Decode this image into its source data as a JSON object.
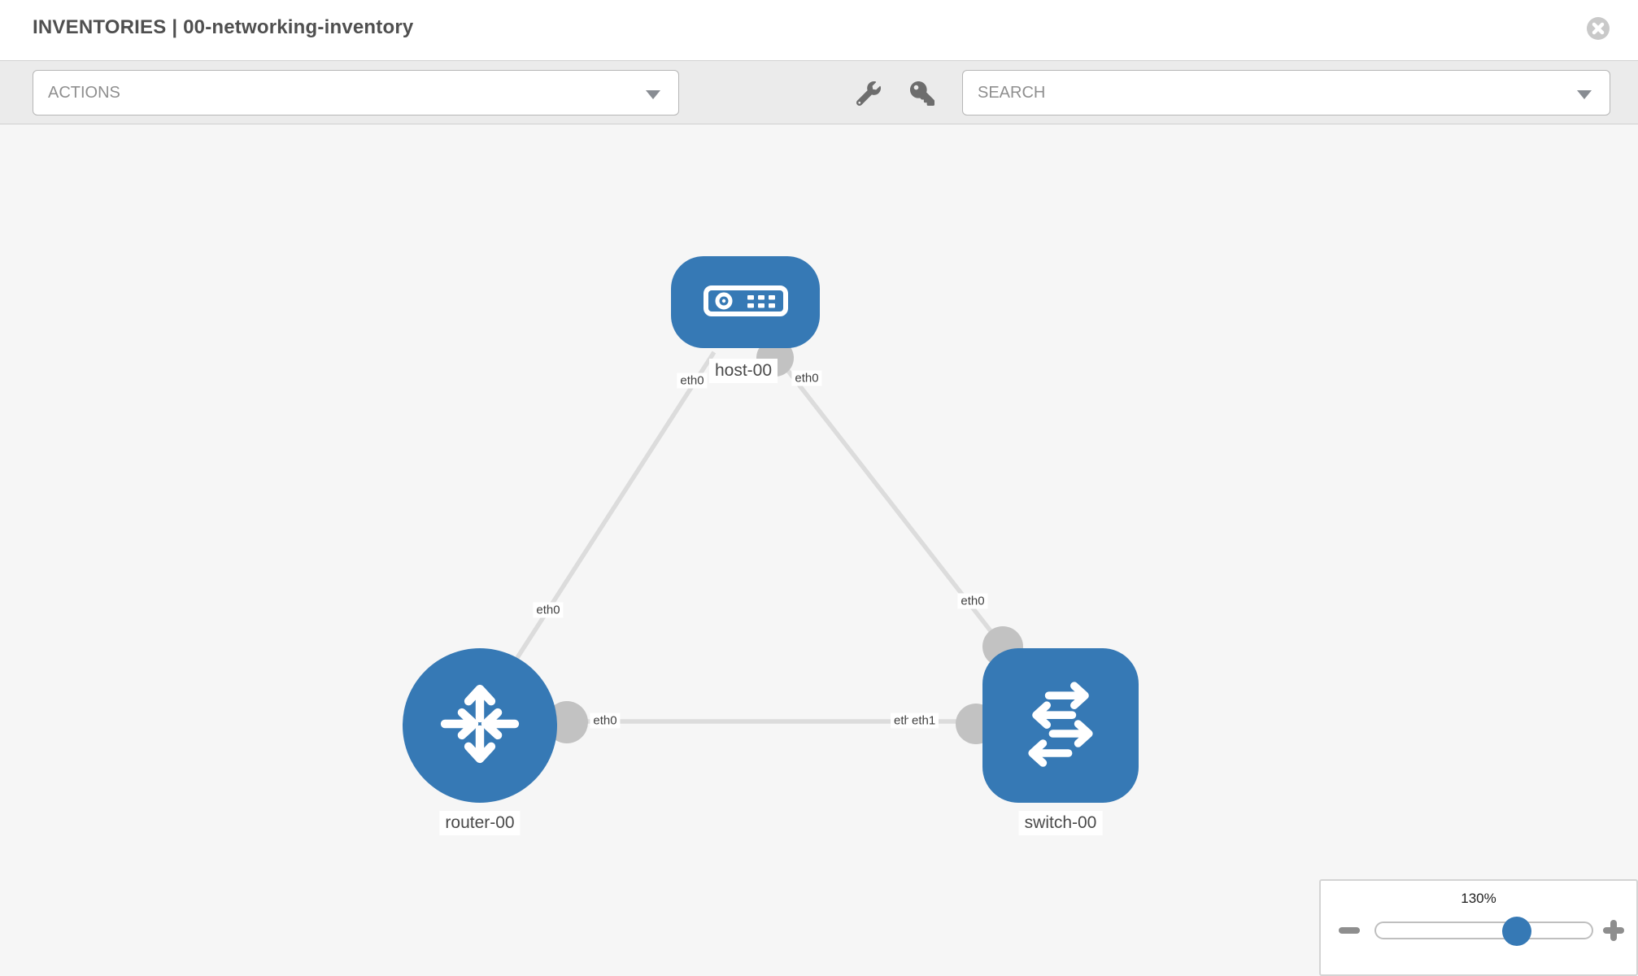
{
  "header": {
    "title": "INVENTORIES | 00-networking-inventory",
    "close_icon": "x-circle-icon"
  },
  "toolbar": {
    "actions_label": "ACTIONS",
    "search_label": "SEARCH",
    "icons": [
      "wrench-icon",
      "key-icon"
    ]
  },
  "colors": {
    "node_blue": "#3679b5",
    "edge_gray": "#dcdcdc",
    "connector_gray": "#c2c2c2",
    "canvas_bg": "#f6f6f6",
    "toolbar_bg": "#ebebeb",
    "label_text": "#4a4a4a"
  },
  "topology": {
    "nodes": [
      {
        "id": "host-00",
        "label": "host-00",
        "type": "host"
      },
      {
        "id": "router-00",
        "label": "router-00",
        "type": "router"
      },
      {
        "id": "switch-00",
        "label": "switch-00",
        "type": "switch"
      }
    ],
    "links": [
      {
        "source": "host-00",
        "source_port": "eth0",
        "target": "router-00",
        "target_port": "eth0"
      },
      {
        "source": "host-00",
        "source_port": "eth0",
        "target": "switch-00",
        "target_port": "eth0"
      },
      {
        "source": "router-00",
        "source_port": "eth0",
        "target": "switch-00",
        "target_port": "eth1"
      }
    ]
  },
  "zoom_control": {
    "percent_label": "130%",
    "percent": 130,
    "slider_position_pct": 65,
    "minus_icon": "minus-icon",
    "plus_icon": "plus-icon"
  }
}
